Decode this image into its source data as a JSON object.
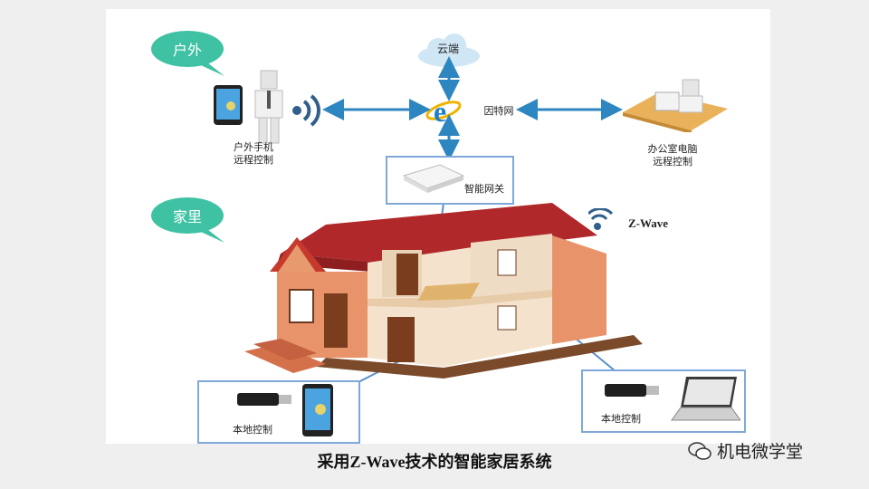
{
  "sections": {
    "outdoor": "户外",
    "home": "家里"
  },
  "nodes": {
    "cloud": "云端",
    "internet": "因特网",
    "gateway": "智能网关",
    "zwave": "Z-Wave",
    "outdoor_phone_line1": "户外手机",
    "outdoor_phone_line2": "远程控制",
    "office_pc_line1": "办公室电脑",
    "office_pc_line2": "远程控制",
    "local_left": "本地控制",
    "local_right": "本地控制"
  },
  "caption": "采用Z-Wave技术的智能家居系统",
  "watermark": "机电微学堂",
  "colors": {
    "accent": "#3fc1a3",
    "arrow": "#2e86c1",
    "box_border": "#7fa8d8",
    "roof": "#b0282a",
    "wall": "#e8936a"
  }
}
